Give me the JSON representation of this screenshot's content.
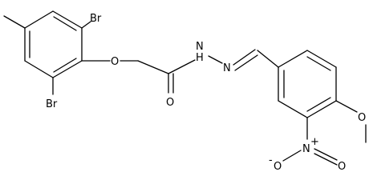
{
  "molecule": {
    "atoms": {
      "br_top": "Br",
      "br_bottom": "Br",
      "ether_o": "O",
      "carbonyl_o": "O",
      "amide_n": "N",
      "amide_h": "H",
      "imine_n": "N",
      "methoxy_o": "O",
      "nitro_n": "N",
      "nitro_n_charge": "+",
      "nitro_o_right": "O",
      "nitro_o_left": "O",
      "nitro_o_left_charge": "-"
    }
  }
}
